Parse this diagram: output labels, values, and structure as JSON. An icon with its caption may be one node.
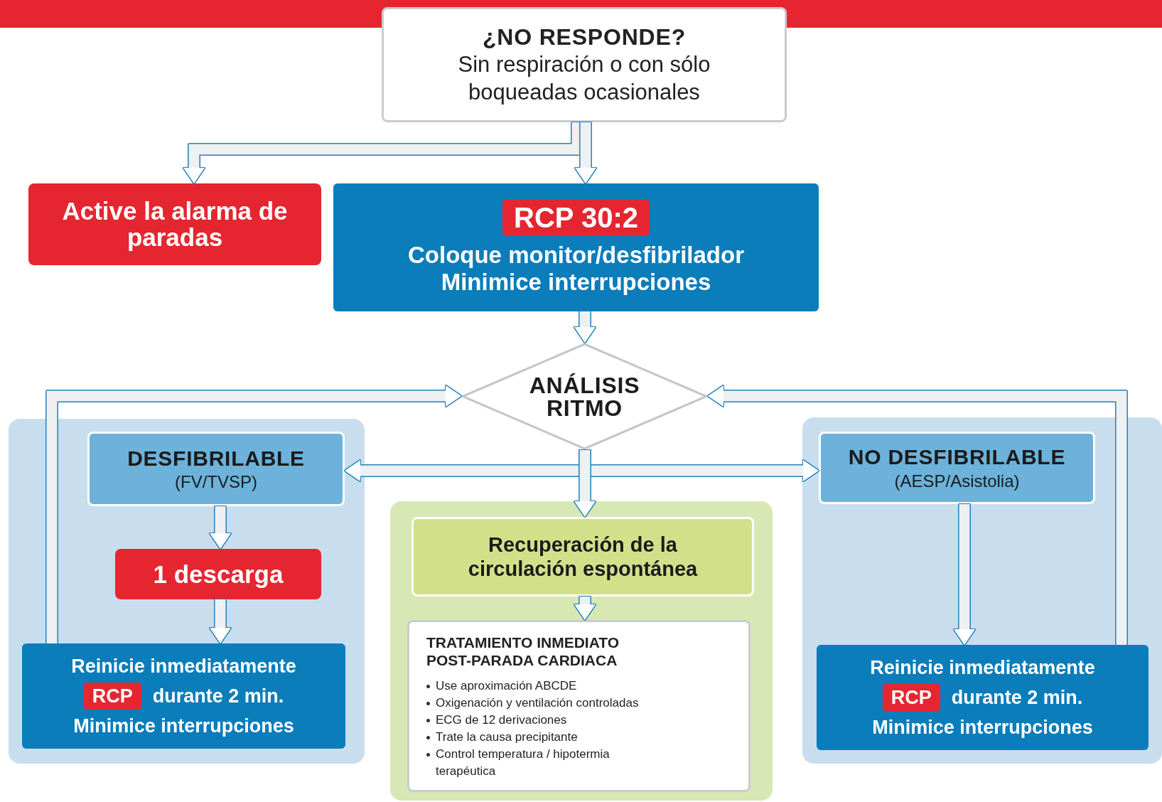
{
  "diagram": {
    "nodes": [
      {
        "text": [
          "¿NO RESPONDE?",
          "Sin respiración o con sólo boqueadas ocasionales"
        ]
      },
      {
        "text": [
          "Active la alarma de paradas"
        ]
      },
      {
        "text": [
          "RCP 30:2",
          "Coloque monitor/desfibrilador",
          "Minimice interrupciones"
        ]
      },
      {
        "text": [
          "ANÁLISIS RITMO"
        ]
      },
      {
        "text": [],
        "shape": "box"
      },
      {
        "text": [
          "DESFIBRILABLE",
          "(FV/TVSP)"
        ],
        "in": 4
      },
      {
        "text": [
          "1 descarga"
        ],
        "in": 4
      },
      {
        "text": [
          "Reinicie inmediatamente",
          "RCP",
          "durante 2 min.",
          "Minimice interrupciones"
        ],
        "in": 4
      },
      {
        "text": [],
        "shape": "box"
      },
      {
        "text": [
          "Recuperación de la circulación espontánea"
        ],
        "in": 8
      },
      {
        "text": [
          "TRATAMIENTO INMEDIATO POST-PARADA CARDIACA",
          "Use aproximación ABCDE",
          "Oxigenación y ventilación controladas",
          "ECG de 12 derivaciones",
          "Trate la causa precipitante",
          "Control temperatura / hipotermia terapéutica"
        ],
        "in": 8
      },
      {
        "text": [],
        "shape": "box"
      },
      {
        "text": [
          "NO DESFIBRILABLE",
          "(AESP/Asistolia)"
        ],
        "in": 11
      },
      {
        "text": [
          "Reinicie inmediatamente",
          "RCP",
          "durante 2 min.",
          "Minimice interrupciones"
        ],
        "in": 11
      }
    ],
    "edges": [
      {
        "from": 0,
        "to": 1,
        "arrow": "to"
      },
      {
        "from": 0,
        "to": 2,
        "arrow": "to"
      },
      {
        "from": 2,
        "to": 3,
        "arrow": "to"
      },
      {
        "from": 3,
        "to": 5,
        "arrow": "to"
      },
      {
        "from": 3,
        "to": 12,
        "arrow": "to"
      },
      {
        "from": 3,
        "to": 9,
        "arrow": "to"
      },
      {
        "from": 5,
        "to": 6,
        "arrow": "to"
      },
      {
        "from": 6,
        "to": 7,
        "arrow": "to"
      },
      {
        "from": 7,
        "to": 3,
        "arrow": "to"
      },
      {
        "from": 12,
        "to": 13,
        "arrow": "to"
      },
      {
        "from": 13,
        "to": 3,
        "arrow": "to"
      },
      {
        "from": 9,
        "to": 10,
        "arrow": "to"
      }
    ]
  }
}
